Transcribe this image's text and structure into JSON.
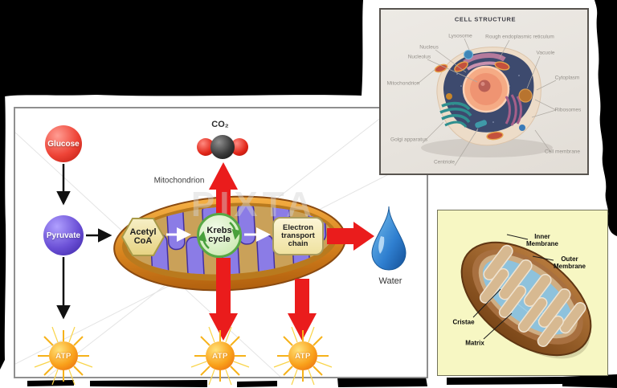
{
  "colors": {
    "arrow_red": "#ea1c1c",
    "glucose_red": "#e23b32",
    "pyruvate_purple": "#6b50d6",
    "mitochondrion_orange": "#d8841e",
    "cristae_purple": "#8b7ce6",
    "krebs_green": "#57a845",
    "node_cream": "#f4ecc0",
    "water_blue": "#2f7fd0",
    "atp_orange": "#f49a18",
    "cell_panel_bg": "#eae6e0",
    "cell_face_navy": "#3d4a6e",
    "mito_panel_bg": "#f7f7c3",
    "mito_brown": "#935c28",
    "matrix_blue": "#8ec2dc"
  },
  "respiration": {
    "glucose": "Glucose",
    "pyruvate": "Pyruvate",
    "mitochondrion": "Mitochondrion",
    "co2": "CO₂",
    "acetyl_coa": "Acetyl\nCoA",
    "krebs_cycle": "Krebs\ncycle",
    "electron_transport_chain": "Electron\ntransport\nchain",
    "water": "Water",
    "atp": [
      "ATP",
      "ATP",
      "ATP"
    ],
    "watermark": "PIXTA"
  },
  "cell_structure": {
    "title": "CELL STRUCTURE",
    "lysosome": "Lysosome",
    "nucleus": "Nucleus",
    "nucleolus": "Nucleolus",
    "mitochondrion": "Mitochondrion",
    "golgi_apparatus": "Golgi apparatus",
    "centriole": "Centriole",
    "rough_er": "Rough endoplasmic reticulum",
    "vacuole": "Vacuole",
    "cytoplasm": "Cytoplasm",
    "ribosomes": "Ribosomes",
    "cell_membrane": "Cell membrane"
  },
  "mitochondrion_anatomy": {
    "inner_membrane": "Inner\nMembrane",
    "outer_membrane": "Outer\nMembrane",
    "cristae": "Cristae",
    "matrix": "Matrix"
  }
}
